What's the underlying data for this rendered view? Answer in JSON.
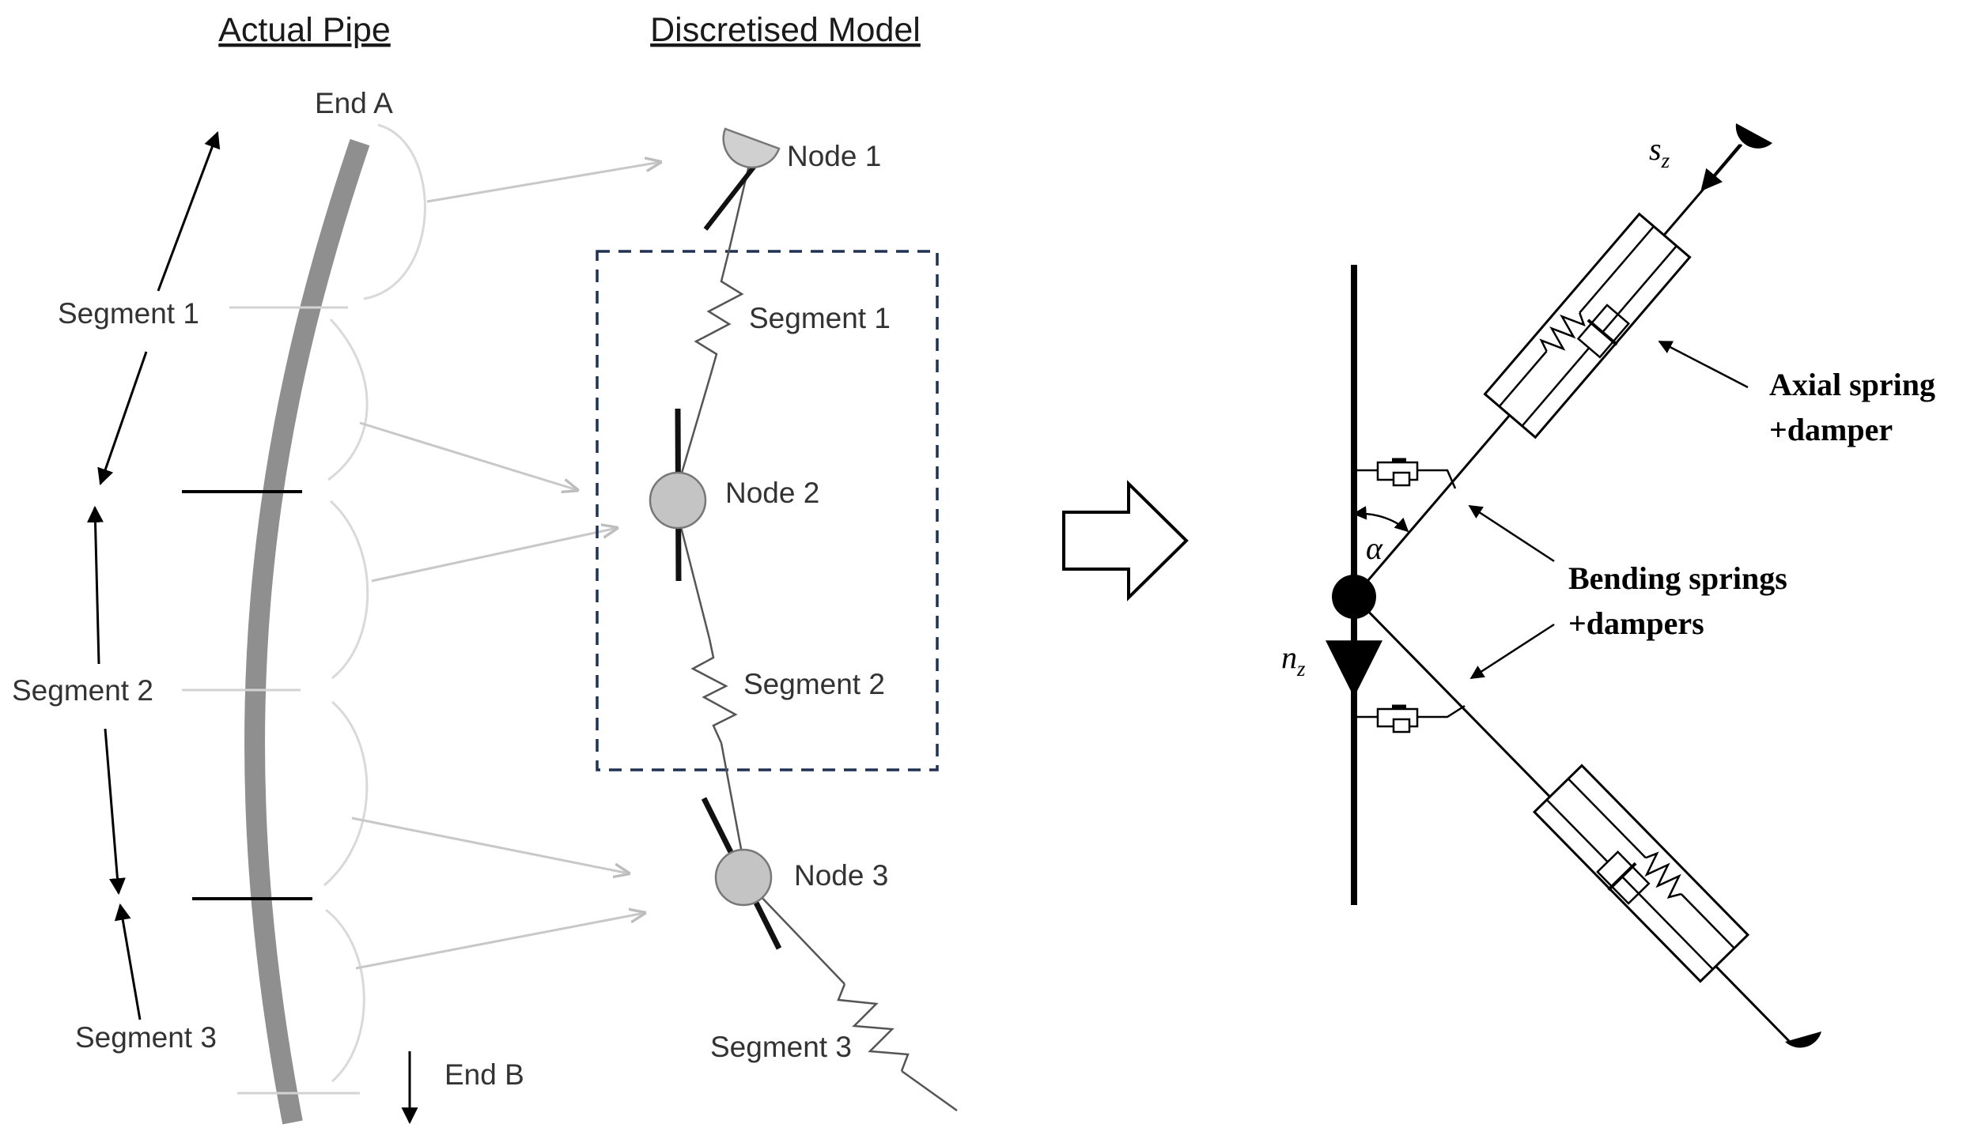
{
  "left": {
    "title_actual": "Actual Pipe",
    "title_model": "Discretised Model",
    "end_a": "End  A",
    "end_b": "End  B",
    "pipe_seg1": "Segment 1",
    "pipe_seg2": "Segment 2",
    "pipe_seg3": "Segment 3",
    "model_seg1": "Segment 1",
    "model_seg2": "Segment 2",
    "model_seg3": "Segment 3",
    "node1": "Node 1",
    "node2": "Node 2",
    "node3": "Node 3"
  },
  "right": {
    "s_symbol": "s",
    "s_sub": "z",
    "n_symbol": "n",
    "n_sub": "z",
    "alpha": "α",
    "axial_line1": "Axial spring",
    "axial_line2": "+damper",
    "bending_line1": "Bending springs",
    "bending_line2": "+dampers"
  },
  "colors": {
    "pipe": "#8f8f8f",
    "node_fill": "#c4c4c4",
    "dashed_box": "#1f3252",
    "light_guides": "#d3d3d3",
    "ink": "#000000"
  }
}
